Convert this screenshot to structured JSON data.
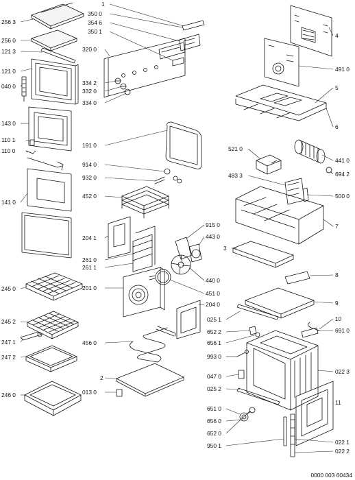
{
  "diagram": {
    "document_number": "0000 003 60434",
    "callouts": [
      "256 3",
      "256 0",
      "121 3",
      "121 0",
      "040 0",
      "143 0",
      "110 1",
      "110 0",
      "141 0",
      "245 0",
      "245 2",
      "247 1",
      "247 2",
      "246 0",
      "1",
      "350 0",
      "354 6",
      "350 1",
      "320 0",
      "334 2",
      "332 0",
      "334 0",
      "191 0",
      "914 0",
      "932 0",
      "452 0",
      "204 1",
      "261 0",
      "261 1",
      "915 0",
      "443 0",
      "201 0",
      "440 0",
      "451 0",
      "204 0",
      "456 0",
      "2",
      "013 0",
      "4",
      "491 0",
      "5",
      "6",
      "521 0",
      "441 0",
      "694 2",
      "483 3",
      "500 0",
      "7",
      "3",
      "8",
      "9",
      "025 1",
      "652 2",
      "656 1",
      "10",
      "691 0",
      "993 0",
      "047 0",
      "022 3",
      "025 2",
      "11",
      "651 0",
      "656 0",
      "652 0",
      "950 1",
      "022 1",
      "022 2"
    ]
  }
}
